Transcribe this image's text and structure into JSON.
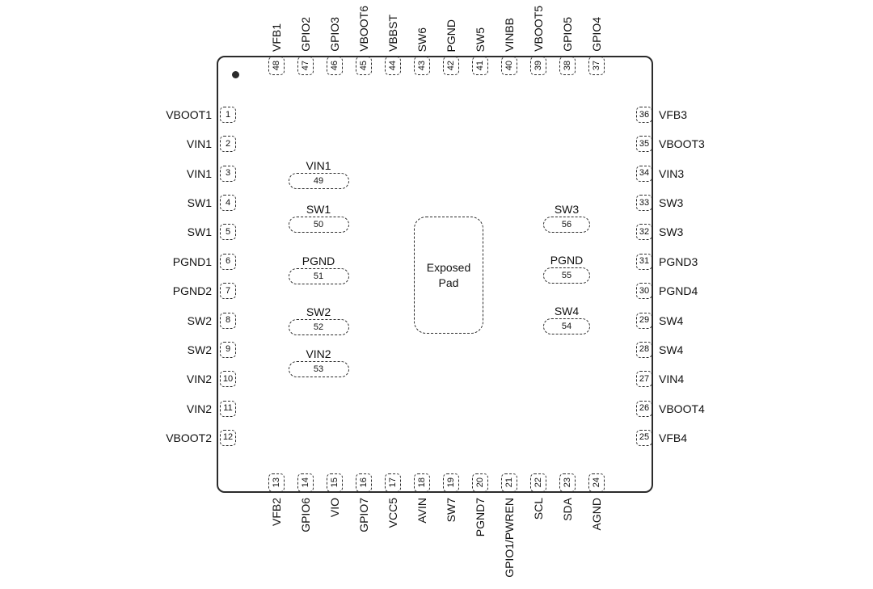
{
  "colors": {
    "line": "#2b2b2b",
    "text": "#111111",
    "background": "#ffffff"
  },
  "chip": {
    "exposed_pad": {
      "line1": "Exposed",
      "line2": "Pad"
    },
    "pins": {
      "top": [
        {
          "num": "48",
          "label": "VFB1"
        },
        {
          "num": "47",
          "label": "GPIO2"
        },
        {
          "num": "46",
          "label": "GPIO3"
        },
        {
          "num": "45",
          "label": "VBOOT6"
        },
        {
          "num": "44",
          "label": "VBBST"
        },
        {
          "num": "43",
          "label": "SW6"
        },
        {
          "num": "42",
          "label": "PGND"
        },
        {
          "num": "41",
          "label": "SW5"
        },
        {
          "num": "40",
          "label": "VINBB"
        },
        {
          "num": "39",
          "label": "VBOOT5"
        },
        {
          "num": "38",
          "label": "GPIO5"
        },
        {
          "num": "37",
          "label": "GPIO4"
        }
      ],
      "left": [
        {
          "num": "1",
          "label": "VBOOT1"
        },
        {
          "num": "2",
          "label": "VIN1"
        },
        {
          "num": "3",
          "label": "VIN1"
        },
        {
          "num": "4",
          "label": "SW1"
        },
        {
          "num": "5",
          "label": "SW1"
        },
        {
          "num": "6",
          "label": "PGND1"
        },
        {
          "num": "7",
          "label": "PGND2"
        },
        {
          "num": "8",
          "label": "SW2"
        },
        {
          "num": "9",
          "label": "SW2"
        },
        {
          "num": "10",
          "label": "VIN2"
        },
        {
          "num": "11",
          "label": "VIN2"
        },
        {
          "num": "12",
          "label": "VBOOT2"
        }
      ],
      "right": [
        {
          "num": "36",
          "label": "VFB3"
        },
        {
          "num": "35",
          "label": "VBOOT3"
        },
        {
          "num": "34",
          "label": "VIN3"
        },
        {
          "num": "33",
          "label": "SW3"
        },
        {
          "num": "32",
          "label": "SW3"
        },
        {
          "num": "31",
          "label": "PGND3"
        },
        {
          "num": "30",
          "label": "PGND4"
        },
        {
          "num": "29",
          "label": "SW4"
        },
        {
          "num": "28",
          "label": "SW4"
        },
        {
          "num": "27",
          "label": "VIN4"
        },
        {
          "num": "26",
          "label": "VBOOT4"
        },
        {
          "num": "25",
          "label": "VFB4"
        }
      ],
      "bottom": [
        {
          "num": "13",
          "label": "VFB2"
        },
        {
          "num": "14",
          "label": "GPIO6"
        },
        {
          "num": "15",
          "label": "VIO"
        },
        {
          "num": "16",
          "label": "GPIO7"
        },
        {
          "num": "17",
          "label": "VCC5"
        },
        {
          "num": "18",
          "label": "AVIN"
        },
        {
          "num": "19",
          "label": "SW7"
        },
        {
          "num": "20",
          "label": "PGND7"
        },
        {
          "num": "21",
          "label": "GPIO1/PWREN"
        },
        {
          "num": "22",
          "label": "SCL"
        },
        {
          "num": "23",
          "label": "SDA"
        },
        {
          "num": "24",
          "label": "AGND"
        }
      ]
    },
    "inner_pads": {
      "left": [
        {
          "num": "49",
          "label": "VIN1"
        },
        {
          "num": "50",
          "label": "SW1"
        },
        {
          "num": "51",
          "label": "PGND"
        },
        {
          "num": "52",
          "label": "SW2"
        },
        {
          "num": "53",
          "label": "VIN2"
        }
      ],
      "right": [
        {
          "num": "56",
          "label": "SW3"
        },
        {
          "num": "55",
          "label": "PGND"
        },
        {
          "num": "54",
          "label": "SW4"
        }
      ]
    }
  }
}
